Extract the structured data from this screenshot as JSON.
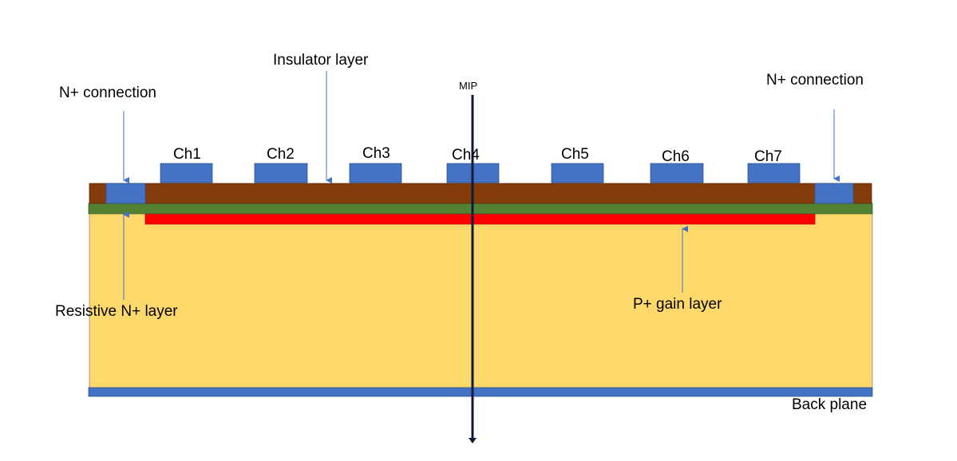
{
  "labels": {
    "insulator": "Insulator layer",
    "n_plus_left": "N+ connection",
    "n_plus_right": "N+ connection",
    "mip": "MIP",
    "resistive": "Resistive N+ layer",
    "p_plus": "P+ gain layer",
    "back_plane": "Back plane"
  },
  "channels": [
    "Ch1",
    "Ch2",
    "Ch3",
    "Ch4",
    "Ch5",
    "Ch6",
    "Ch7"
  ],
  "colors": {
    "bulk": "#fdd86b",
    "insulator": "#843c0c",
    "resistive": "#548235",
    "gain": "#ff0000",
    "pads": "#4472c4",
    "arrow": "#4472c4",
    "mip": "#0d1a3a"
  }
}
